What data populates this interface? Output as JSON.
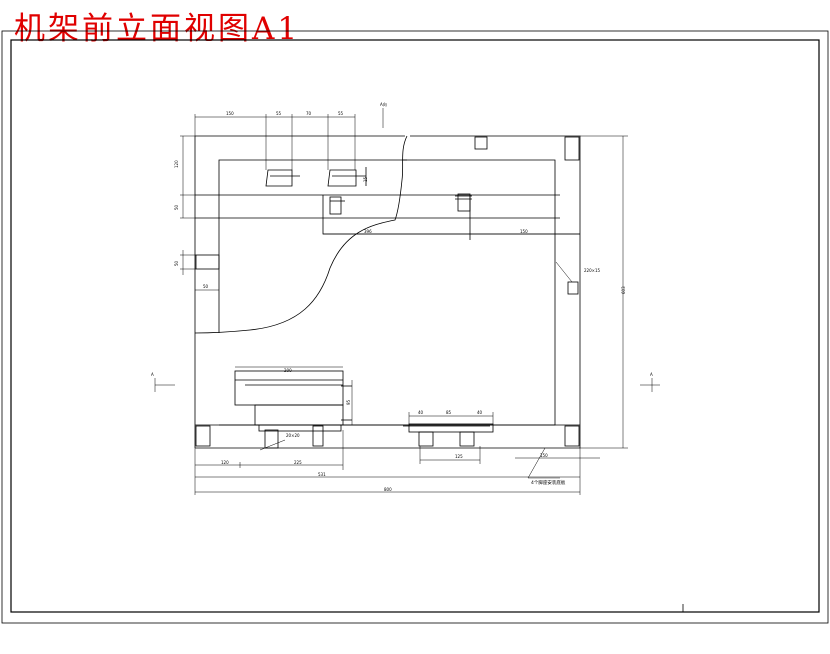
{
  "title": "机架前立面视图A1",
  "section_marks": {
    "top": "A向",
    "left": "A",
    "right": "A"
  },
  "dimensions": {
    "top_row": [
      "150",
      "55",
      "70",
      "55"
    ],
    "left_col": [
      "120",
      "50",
      "50"
    ],
    "left_small": "50",
    "mid_row": [
      "396",
      "150"
    ],
    "pipe_small": "15",
    "right_label": "220×15",
    "right_height": "603",
    "block_width": "200",
    "block_height": "95",
    "foot_label": "20×20",
    "bottom_row": [
      "40",
      "85",
      "40"
    ],
    "bottom_mid": "125",
    "bottom_right": "150",
    "bottom_left": [
      "120",
      "225"
    ],
    "bottom_531": "531",
    "bottom_total": "800"
  },
  "notes": {
    "callout": "4个脚座安装底板"
  },
  "colors": {
    "title": "#e00000",
    "lines": "#000000"
  }
}
